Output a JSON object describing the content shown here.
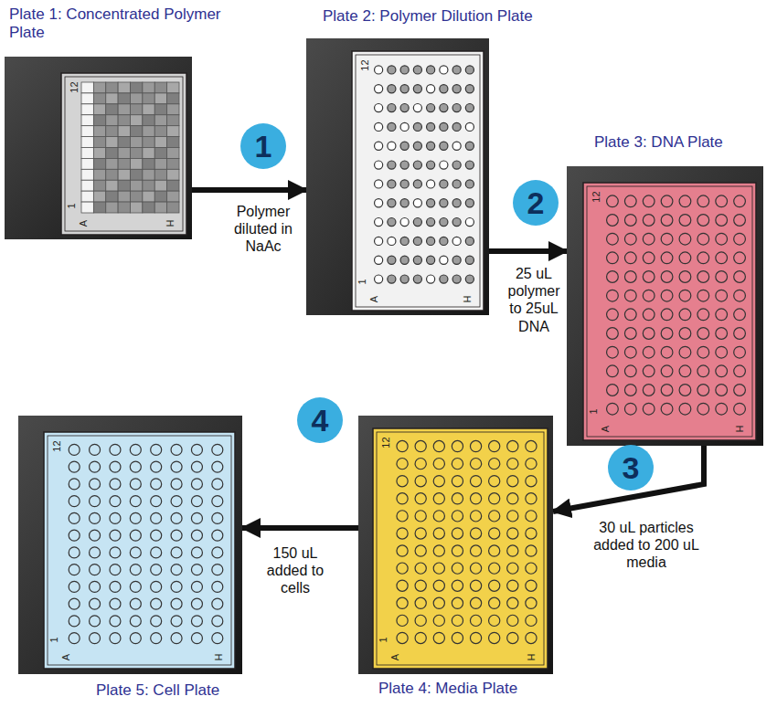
{
  "diagram": {
    "nodes": [
      {
        "text": [
          "Plate 1: Concentrated Polymer Plate",
          "12",
          "1",
          "A",
          "H"
        ]
      },
      {
        "text": [
          "1"
        ]
      },
      {
        "text": [
          "Plate 2: Polymer Dilution Plate",
          "12",
          "1",
          "A",
          "H"
        ]
      },
      {
        "text": [
          "2"
        ]
      },
      {
        "text": [
          "Plate 3: DNA Plate",
          "12",
          "1",
          "A",
          "H"
        ]
      },
      {
        "text": [
          "3"
        ]
      },
      {
        "text": [
          "Plate 4: Media Plate",
          "12",
          "1",
          "A",
          "H"
        ]
      },
      {
        "text": [
          "4"
        ]
      },
      {
        "text": [
          "Plate 5: Cell Plate",
          "12",
          "1",
          "A",
          "H"
        ]
      }
    ],
    "edges": [
      {
        "from": 0,
        "to": 2,
        "arrow": "to",
        "label": "Polymer diluted in NaAc"
      },
      {
        "from": 2,
        "to": 4,
        "arrow": "to",
        "label": "25 uL polymer to 25uL DNA"
      },
      {
        "from": 4,
        "to": 6,
        "arrow": "to",
        "label": "30 uL particles added to 200 uL media"
      },
      {
        "from": 6,
        "to": 8,
        "arrow": "to",
        "label": "150 uL added to cells"
      }
    ]
  }
}
